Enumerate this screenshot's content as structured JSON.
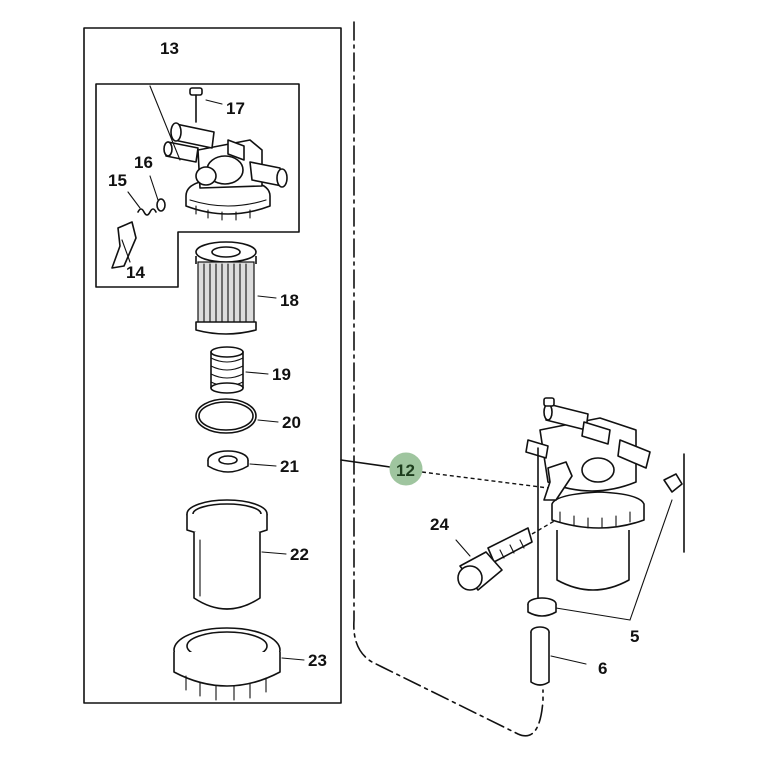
{
  "diagram": {
    "labels": {
      "l5": "5",
      "l6": "6",
      "l12": "12",
      "l13": "13",
      "l14": "14",
      "l15": "15",
      "l16": "16",
      "l17": "17",
      "l18": "18",
      "l19": "19",
      "l20": "20",
      "l21": "21",
      "l22": "22",
      "l23": "23",
      "l24": "24"
    },
    "colors": {
      "callout_fill": "#9fc59f",
      "line": "#111111"
    }
  }
}
